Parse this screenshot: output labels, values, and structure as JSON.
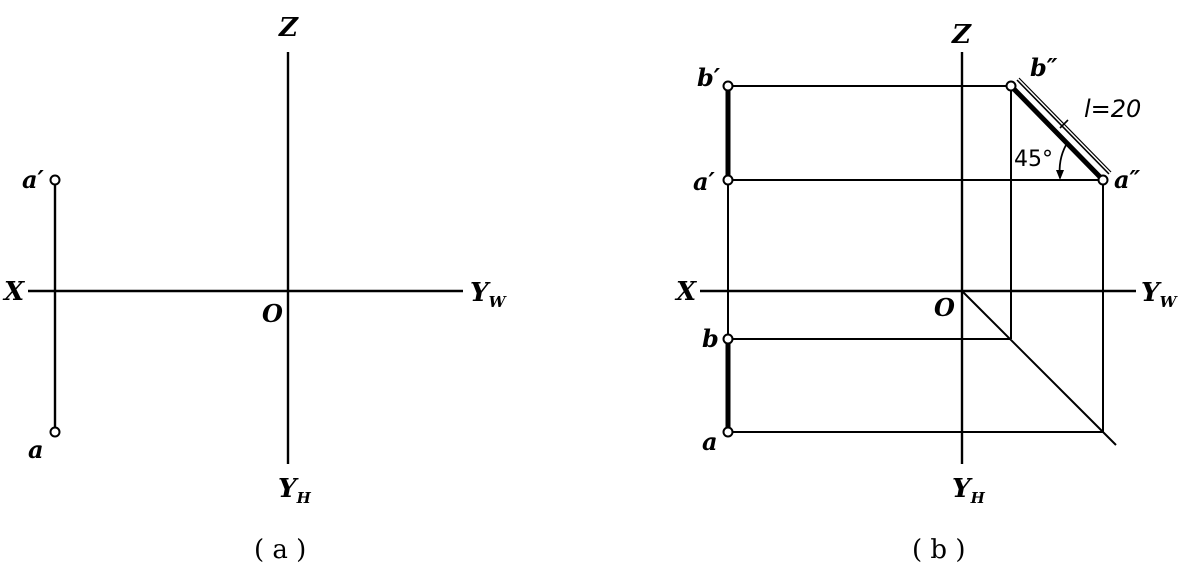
{
  "colors": {
    "ink": "#000000",
    "background": "#ffffff"
  },
  "panel_a": {
    "caption": "( a )",
    "axis_z": "Z",
    "axis_x": "X",
    "origin": "O",
    "axis_yw_main": "Y",
    "axis_yw_sub": "W",
    "axis_yh_main": "Y",
    "axis_yh_sub": "H",
    "point_a_prime": "a′",
    "point_a": "a"
  },
  "panel_b": {
    "caption": "( b )",
    "axis_z": "Z",
    "axis_x": "X",
    "origin": "O",
    "axis_yw_main": "Y",
    "axis_yw_sub": "W",
    "axis_yh_main": "Y",
    "axis_yh_sub": "H",
    "point_b_prime": "b′",
    "point_a_prime": "a′",
    "point_b": "b",
    "point_a": "a",
    "point_b_double": "b″",
    "point_a_double": "a″",
    "length_label": "l=20",
    "angle_label": "45°"
  }
}
